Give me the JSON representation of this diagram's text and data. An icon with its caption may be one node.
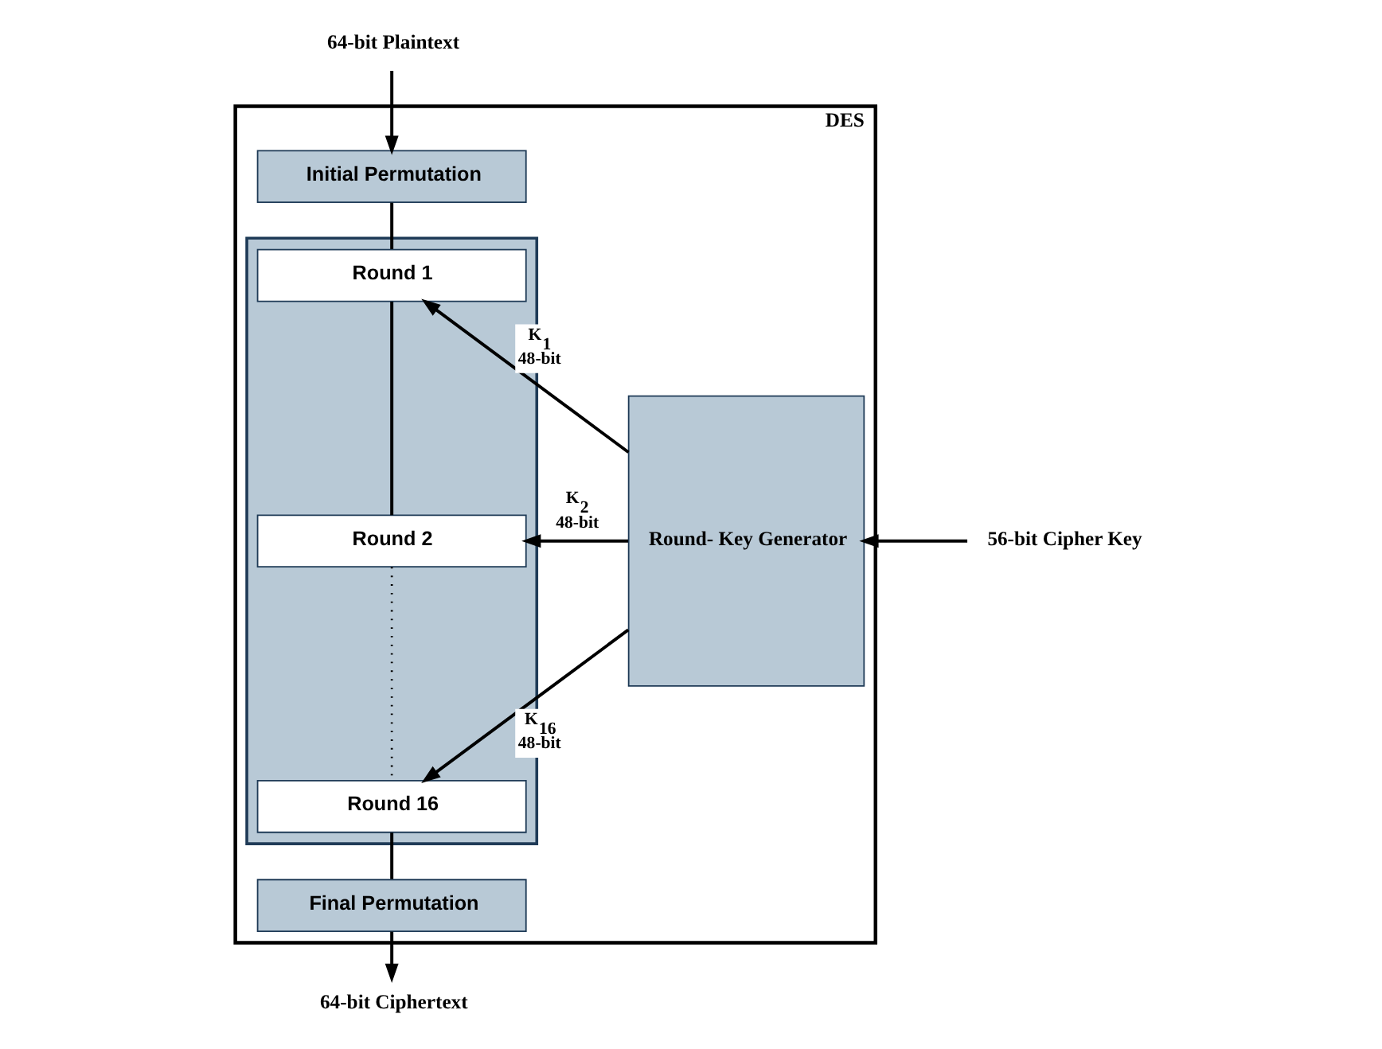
{
  "diagram": {
    "nodes": [
      {
        "text": [
          "DES"
        ]
      },
      {
        "text": [
          "64-bit Plaintext"
        ]
      },
      {
        "text": [
          "Initial Permutation"
        ],
        "in": 0
      },
      {
        "text": [],
        "shape": "box",
        "in": 0
      },
      {
        "text": [
          "Round 1"
        ],
        "in": 3
      },
      {
        "text": [
          "Round 2"
        ],
        "in": 3
      },
      {
        "text": [
          "Round 16"
        ],
        "in": 3
      },
      {
        "text": [
          "Final Permutation"
        ],
        "in": 0
      },
      {
        "text": [
          "Round- Key Generator"
        ],
        "in": 0
      },
      {
        "text": [
          "56-bit Cipher Key"
        ]
      },
      {
        "text": [
          "64-bit Ciphertext"
        ]
      }
    ],
    "edges": [
      {
        "from": 1,
        "to": 2,
        "arrow": "to"
      },
      {
        "from": 2,
        "to": 4,
        "arrow": "none"
      },
      {
        "from": 4,
        "to": 5,
        "arrow": "none"
      },
      {
        "from": 5,
        "to": 6,
        "arrow": "none",
        "style": "dashed"
      },
      {
        "from": 6,
        "to": 7,
        "arrow": "none"
      },
      {
        "from": 7,
        "to": 10,
        "arrow": "to"
      },
      {
        "from": 8,
        "to": 4,
        "arrow": "to",
        "label": "K$_{1}$ 48-bit"
      },
      {
        "from": 8,
        "to": 5,
        "arrow": "to",
        "label": "K$_{2}$ 48-bit"
      },
      {
        "from": 8,
        "to": 6,
        "arrow": "to",
        "label": "K$_{16}$ 48-bit"
      },
      {
        "from": 9,
        "to": 8,
        "arrow": "to"
      }
    ]
  }
}
